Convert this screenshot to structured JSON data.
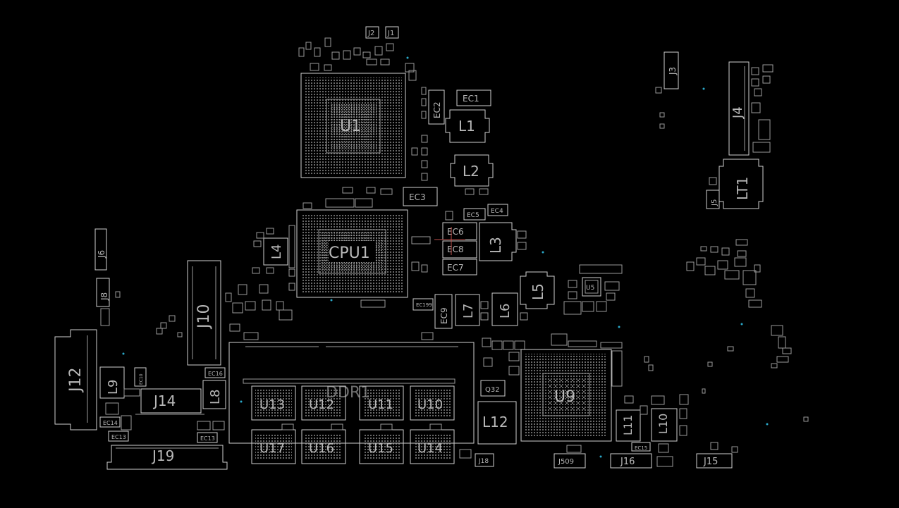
{
  "diagram": {
    "type": "pcb-boardview",
    "colors": {
      "background": "#000000",
      "outline": "#cfcfcf",
      "label": "#b8b8b8",
      "via": "#2aa8c8"
    },
    "labels": {
      "J2": "J2",
      "J1": "J1",
      "U1": "U1",
      "EC2": "EC2",
      "EC1": "EC1",
      "L1": "L1",
      "L2": "L2",
      "EC3": "EC3",
      "EC4": "EC4",
      "EC5": "EC5",
      "EC6": "EC6",
      "EC8": "EC8",
      "EC7": "EC7",
      "L3": "L3",
      "CPU1": "CPU1",
      "L4": "L4",
      "J6": "J6",
      "J8": "J8",
      "J10": "J10",
      "J12": "J12",
      "L9": "L9",
      "J14": "J14",
      "L8": "L8",
      "J19": "J19",
      "EC14": "EC14",
      "EC13": "EC13",
      "EC10": "EC10",
      "EC16": "EC16",
      "EC9": "EC9",
      "EC199": "EC199",
      "L7": "L7",
      "L6": "L6",
      "L5": "L5",
      "U5": "U5",
      "DDR1": "DDR1",
      "U13": "U13",
      "U12": "U12",
      "U11": "U11",
      "U10": "U10",
      "U17": "U17",
      "U16": "U16",
      "U15": "U15",
      "U14": "U14",
      "Q32": "Q32",
      "L12": "L12",
      "U9": "U9",
      "L11": "L11",
      "L10": "L10",
      "EC15": "EC15",
      "J18": "J18",
      "J509": "J509",
      "J16": "J16",
      "J15": "J15",
      "J3": "J3",
      "J4": "J4",
      "LT1": "LT1",
      "J5": "J5"
    }
  }
}
